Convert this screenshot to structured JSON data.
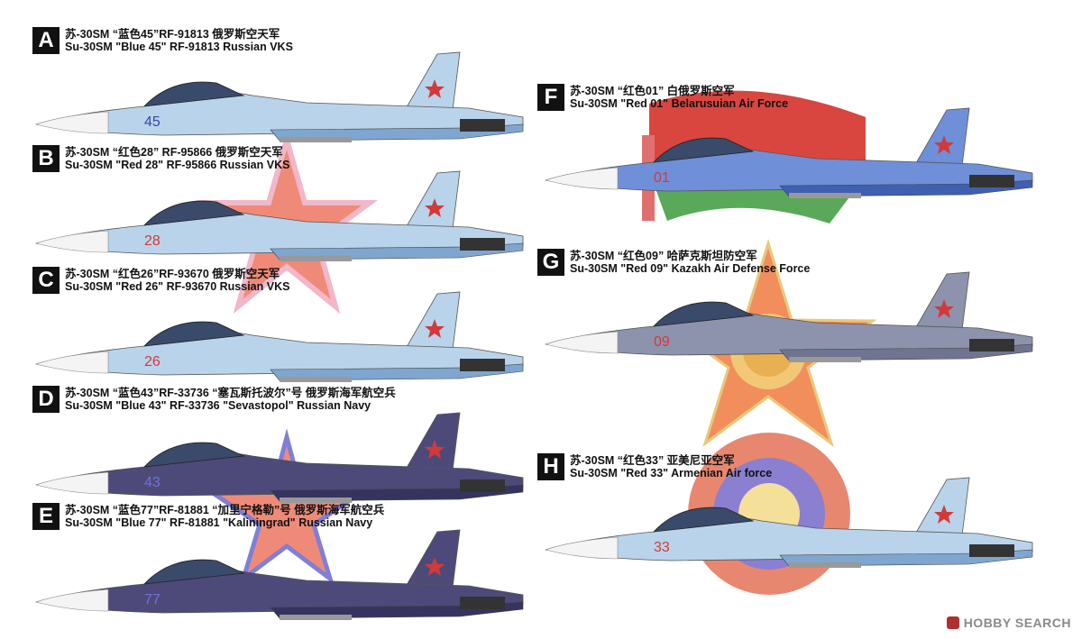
{
  "profiles": [
    {
      "letter": "A",
      "line_cn": "苏-30SM “蓝色45”RF-91813 俄罗斯空天军",
      "line_en": "Su-30SM \"Blue 45\" RF-91813 Russian VKS",
      "number": "45",
      "number_color": "#3b46a8",
      "scheme": "light"
    },
    {
      "letter": "B",
      "line_cn": "苏-30SM “红色28” RF-95866 俄罗斯空天军",
      "line_en": "Su-30SM \"Red 28\" RF-95866 Russian VKS",
      "number": "28",
      "number_color": "#d23a3a",
      "scheme": "light"
    },
    {
      "letter": "C",
      "line_cn": "苏-30SM “红色26”RF-93670 俄罗斯空天军",
      "line_en": "Su-30SM \"Red 26\" RF-93670 Russian VKS",
      "number": "26",
      "number_color": "#d23a3a",
      "scheme": "light"
    },
    {
      "letter": "D",
      "line_cn": "苏-30SM “蓝色43”RF-33736 “塞瓦斯托波尔”号 俄罗斯海军航空兵",
      "line_en": "Su-30SM \"Blue 43\" RF-33736 \"Sevastopol\" Russian Navy",
      "number": "43",
      "number_color": "#6f73d6",
      "scheme": "navy"
    },
    {
      "letter": "E",
      "line_cn": "苏-30SM “蓝色77”RF-81881 “加里宁格勒”号 俄罗斯海军航空兵",
      "line_en": "Su-30SM \"Blue 77\" RF-81881 \"Kaliningrad\" Russian Navy",
      "number": "77",
      "number_color": "#6f73d6",
      "scheme": "navy"
    },
    {
      "letter": "F",
      "line_cn": "苏-30SM “红色01” 白俄罗斯空军",
      "line_en": "Su-30SM \"Red 01\" Belarusuian Air Force",
      "number": "01",
      "number_color": "#d23a3a",
      "scheme": "belarus"
    },
    {
      "letter": "G",
      "line_cn": "苏-30SM “红色09” 哈萨克斯坦防空军",
      "line_en": "Su-30SM \"Red 09\" Kazakh Air Defense Force",
      "number": "09",
      "number_color": "#d23a3a",
      "scheme": "grey"
    },
    {
      "letter": "H",
      "line_cn": "苏-30SM “红色33” 亚美尼亚空军",
      "line_en": "Su-30SM \"Red 33\" Armenian Air force",
      "number": "33",
      "number_color": "#d23a3a",
      "scheme": "light"
    }
  ],
  "watermark": "HOBBY SEARCH",
  "colors": {
    "light": "#b9d3ea",
    "light_dark": "#7fa6cf",
    "navy": "#4d4a7a",
    "navy_dark": "#36345e",
    "belarus": "#6f8fd8",
    "grey": "#8d93ad",
    "star_red": "#f08a78",
    "star_border": "#e9a3b8"
  }
}
